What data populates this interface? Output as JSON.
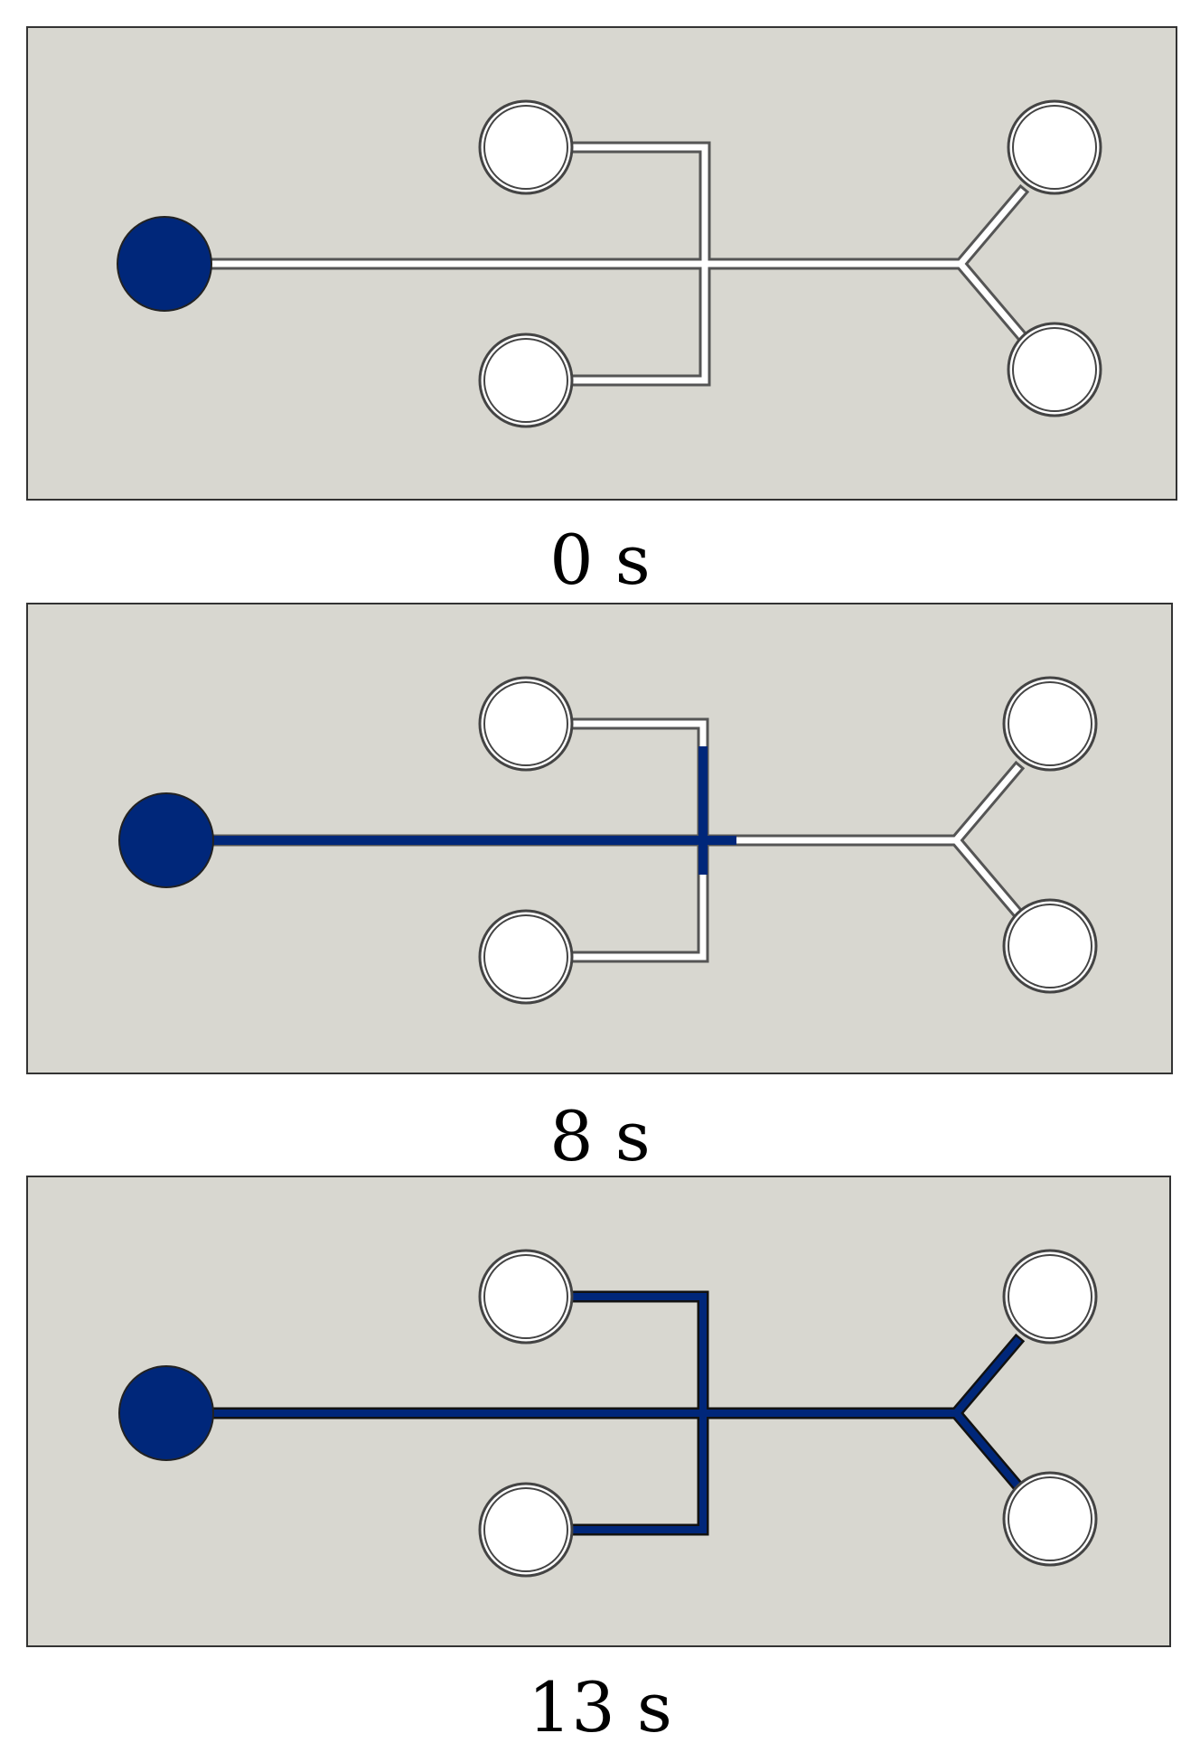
{
  "colors": {
    "chip_background": "#d8d7d0",
    "chip_border": "#333333",
    "fluid_blue": "#00277a",
    "channel_empty": "#ffffff",
    "channel_wall": "#555555",
    "well_fill": "#ffffff"
  },
  "frames": [
    {
      "time_label": "0 s",
      "fill_state": "empty"
    },
    {
      "time_label": "8 s",
      "fill_state": "partial"
    },
    {
      "time_label": "13 s",
      "fill_state": "full"
    }
  ]
}
